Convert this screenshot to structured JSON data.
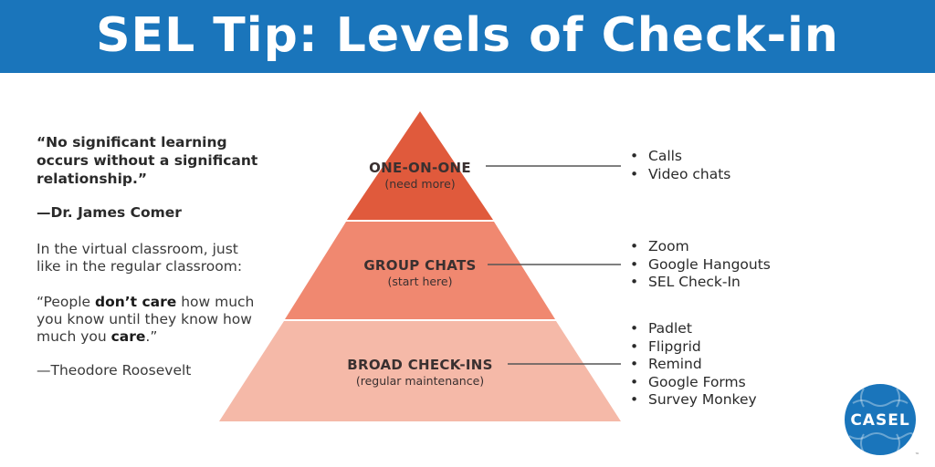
{
  "banner": {
    "title": "SEL Tip: Levels of Check-in"
  },
  "quote": {
    "main": "“No significant learning occurs without a significant relationship.”",
    "author": "—Dr. James Comer",
    "intro": "In the virtual classroom, just like in the regular classroom:",
    "second_pre": "“People ",
    "second_b1": "don’t care",
    "second_mid": " how much you know until they know how much you ",
    "second_b2": "care",
    "second_post": ".”",
    "second_author": "—Theodore Roosevelt"
  },
  "pyramid": {
    "levels": [
      {
        "name": "ONE-ON-ONE",
        "sub": "(need more)",
        "color": "#e05a3c",
        "tools": [
          "Calls",
          "Video chats"
        ]
      },
      {
        "name": "GROUP CHATS",
        "sub": "(start here)",
        "color": "#f08870",
        "tools": [
          "Zoom",
          "Google Hangouts",
          "SEL Check-In"
        ]
      },
      {
        "name": "BROAD CHECK-INS",
        "sub": "(regular maintenance)",
        "color": "#f5b9a8",
        "tools": [
          "Padlet",
          "Flipgrid",
          "Remind",
          "Google Forms",
          "Survey Monkey"
        ]
      }
    ]
  },
  "logo": {
    "text": "CASEL",
    "color": "#1a75bb",
    "tm": "™"
  },
  "colors": {
    "banner": "#1a75bb",
    "connector": "#555555"
  }
}
